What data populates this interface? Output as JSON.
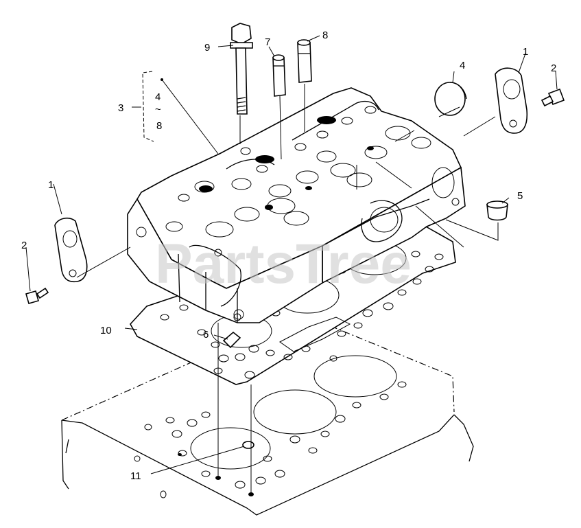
{
  "watermark": "PartsTree",
  "callouts": [
    {
      "id": "c1a",
      "text": "1"
    },
    {
      "id": "c1b",
      "text": "1"
    },
    {
      "id": "c2a",
      "text": "2"
    },
    {
      "id": "c2b",
      "text": "2"
    },
    {
      "id": "c3",
      "text": "3"
    },
    {
      "id": "c3-4",
      "text": "4"
    },
    {
      "id": "c3-tilde",
      "text": "~"
    },
    {
      "id": "c3-8",
      "text": "8"
    },
    {
      "id": "c4",
      "text": "4"
    },
    {
      "id": "c5",
      "text": "5"
    },
    {
      "id": "c6",
      "text": "6"
    },
    {
      "id": "c7",
      "text": "7"
    },
    {
      "id": "c8",
      "text": "8"
    },
    {
      "id": "c9",
      "text": "9"
    },
    {
      "id": "c10",
      "text": "10"
    },
    {
      "id": "c11",
      "text": "11"
    }
  ]
}
